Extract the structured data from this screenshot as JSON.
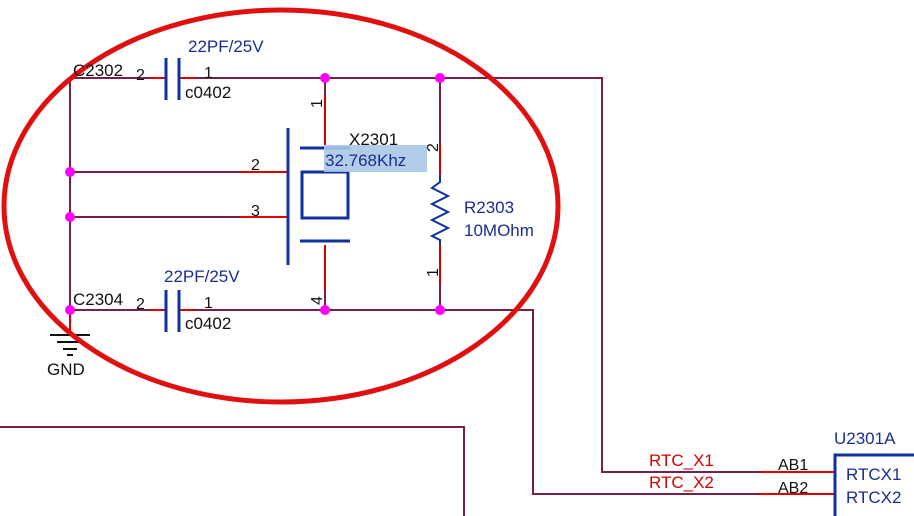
{
  "colors": {
    "wire": "#7a1f4a",
    "component": "#1030a0",
    "pin": "#e00000",
    "junction": "#ff00ff",
    "highlight_ellipse": "#e01010",
    "net_label": "#d40000",
    "selection_highlight": "#a8c8e8"
  },
  "components": {
    "c2302": {
      "ref": "C2302",
      "value": "22PF/25V",
      "package": "c0402",
      "pin_left": "2",
      "pin_right": "1"
    },
    "c2304": {
      "ref": "C2304",
      "value": "22PF/25V",
      "package": "c0402",
      "pin_left": "2",
      "pin_right": "1"
    },
    "x2301": {
      "ref": "X2301",
      "value": "32.768Khz",
      "pins": [
        "1",
        "2",
        "3",
        "4"
      ]
    },
    "r2303": {
      "ref": "R2303",
      "value": "10MOhm",
      "pin_top": "2",
      "pin_bottom": "1"
    },
    "u2301a": {
      "ref": "U2301A",
      "pins": [
        {
          "number": "AB1",
          "name": "RTCX1"
        },
        {
          "number": "AB2",
          "name": "RTCX2"
        }
      ]
    }
  },
  "nets": {
    "rtc_x1": "RTC_X1",
    "rtc_x2": "RTC_X2"
  },
  "ground_label": "GND",
  "icons": {
    "ground": "ground-symbol-icon",
    "capacitor": "capacitor-icon",
    "crystal": "crystal-icon",
    "resistor": "resistor-icon"
  }
}
